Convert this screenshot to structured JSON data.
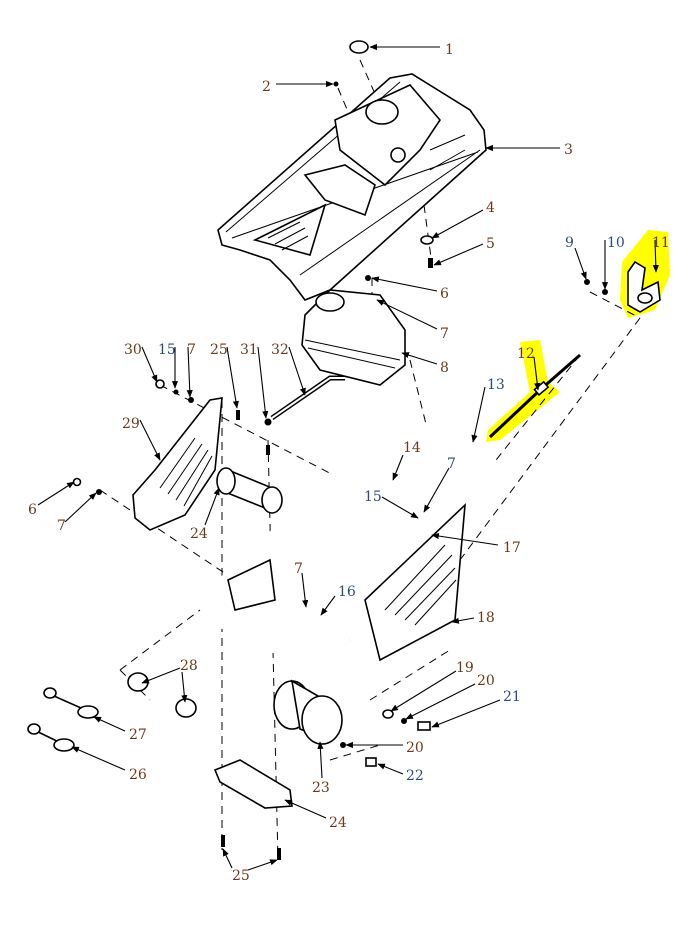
{
  "diagram": {
    "type": "exploded parts diagram",
    "highlight_color": "#ffff00",
    "callouts": [
      "1",
      "2",
      "3",
      "4",
      "5",
      "6",
      "7",
      "8",
      "9",
      "10",
      "11",
      "12",
      "13",
      "14",
      "15",
      "7",
      "17",
      "7",
      "16",
      "18",
      "19",
      "20",
      "21",
      "20",
      "22",
      "23",
      "24",
      "25",
      "26",
      "27",
      "28",
      "29",
      "30",
      "15",
      "7",
      "25",
      "31",
      "32",
      "6",
      "7",
      "24"
    ]
  }
}
